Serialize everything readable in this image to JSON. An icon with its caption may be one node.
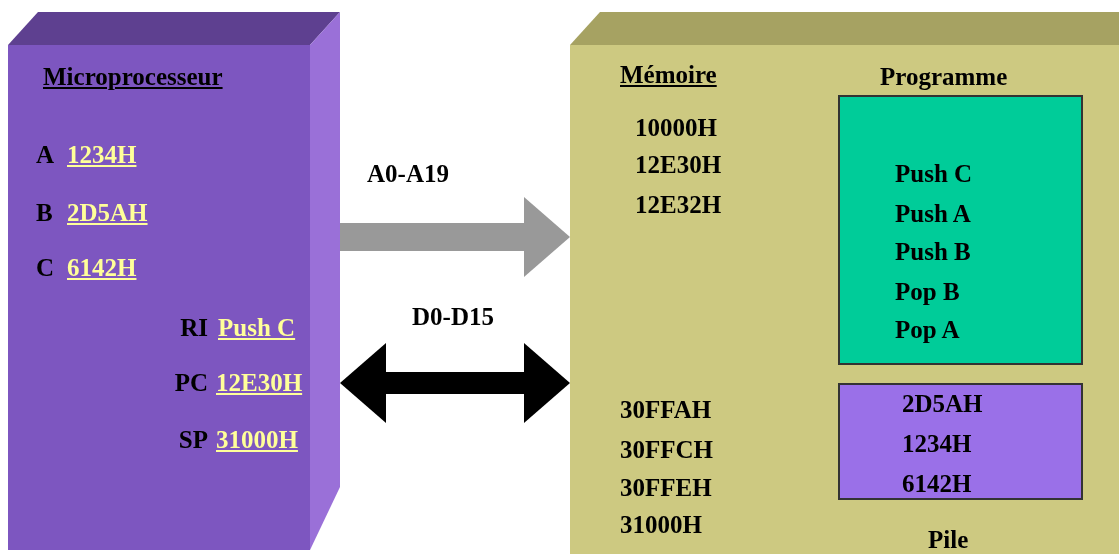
{
  "diagram": {
    "nodes": [
      {
        "text": [
          "Microprocesseur",
          "A",
          "1234H",
          "B",
          "2D5AH",
          "C",
          "6142H",
          "RI",
          "Push C",
          "PC",
          "12E30H",
          "SP",
          "31000H"
        ]
      },
      {
        "text": [
          "Mémoire",
          "10000H",
          "12E30H",
          "12E32H",
          "30FFAH",
          "30FFCH",
          "30FFEH",
          "31000H"
        ]
      },
      {
        "text": [
          "Programme",
          "Push C",
          "Push A",
          "Push B",
          "Pop B",
          "Pop A"
        ],
        "in": 1
      },
      {
        "text": [
          "2D5AH",
          "1234H",
          "6142H",
          "Pile"
        ],
        "in": 1
      }
    ],
    "edges": [
      {
        "from": 0,
        "to": 1,
        "arrow": "to",
        "label": "A0-A19",
        "color": "#999999"
      },
      {
        "from": 0,
        "to": 1,
        "arrow": "both",
        "label": "D0-D15",
        "color": "#000000"
      }
    ]
  }
}
